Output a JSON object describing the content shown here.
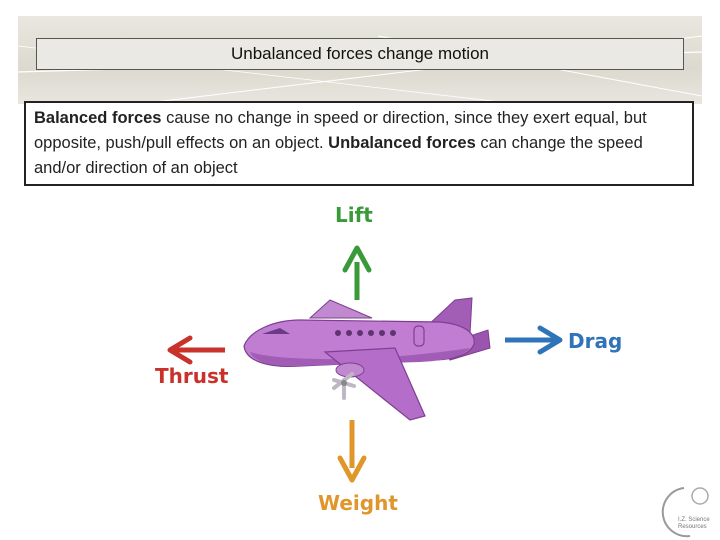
{
  "title": "Unbalanced forces change motion",
  "paragraph": {
    "term1": "Balanced forces",
    "text1": " cause no change in speed or direction, since they exert equal, but opposite, push/pull effects on an object. ",
    "term2": "Unbalanced forces",
    "text2": " can change the speed and/or direction of an object"
  },
  "forces": {
    "lift": {
      "label": "Lift",
      "color": "#3a9a3a"
    },
    "drag": {
      "label": "Drag",
      "color": "#2f73b8"
    },
    "thrust": {
      "label": "Thrust",
      "color": "#c8322a"
    },
    "weight": {
      "label": "Weight",
      "color": "#e0962a"
    }
  },
  "airplane_color": "#b36ec4",
  "logo_text": "I.Z. Science Resources"
}
